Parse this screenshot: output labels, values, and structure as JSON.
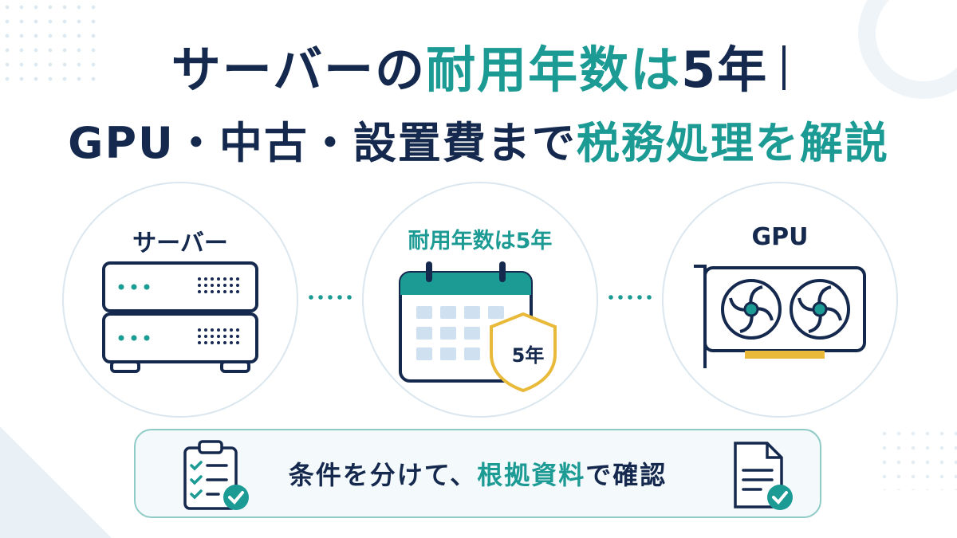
{
  "title": {
    "line1_a": "サーバーの",
    "line1_b": "耐用年数は",
    "line1_c": "5年",
    "line2_a": "GPU・中古・設置費まで",
    "line2_b": "税務処理を解説"
  },
  "items": [
    {
      "label": "サーバー",
      "icon": "server-icon"
    },
    {
      "label": "耐用年数は5年",
      "icon": "calendar-icon",
      "badge": "5年"
    },
    {
      "label": "GPU",
      "icon": "gpu-card-icon"
    }
  ],
  "banner": {
    "text_a": "条件を分けて、",
    "text_b": "根拠資料",
    "text_c": "で確認",
    "left_icon": "checklist-clipboard-icon",
    "right_icon": "document-check-icon"
  },
  "colors": {
    "navy": "#14294d",
    "teal": "#1c9a94",
    "gold": "#e9b93a"
  }
}
